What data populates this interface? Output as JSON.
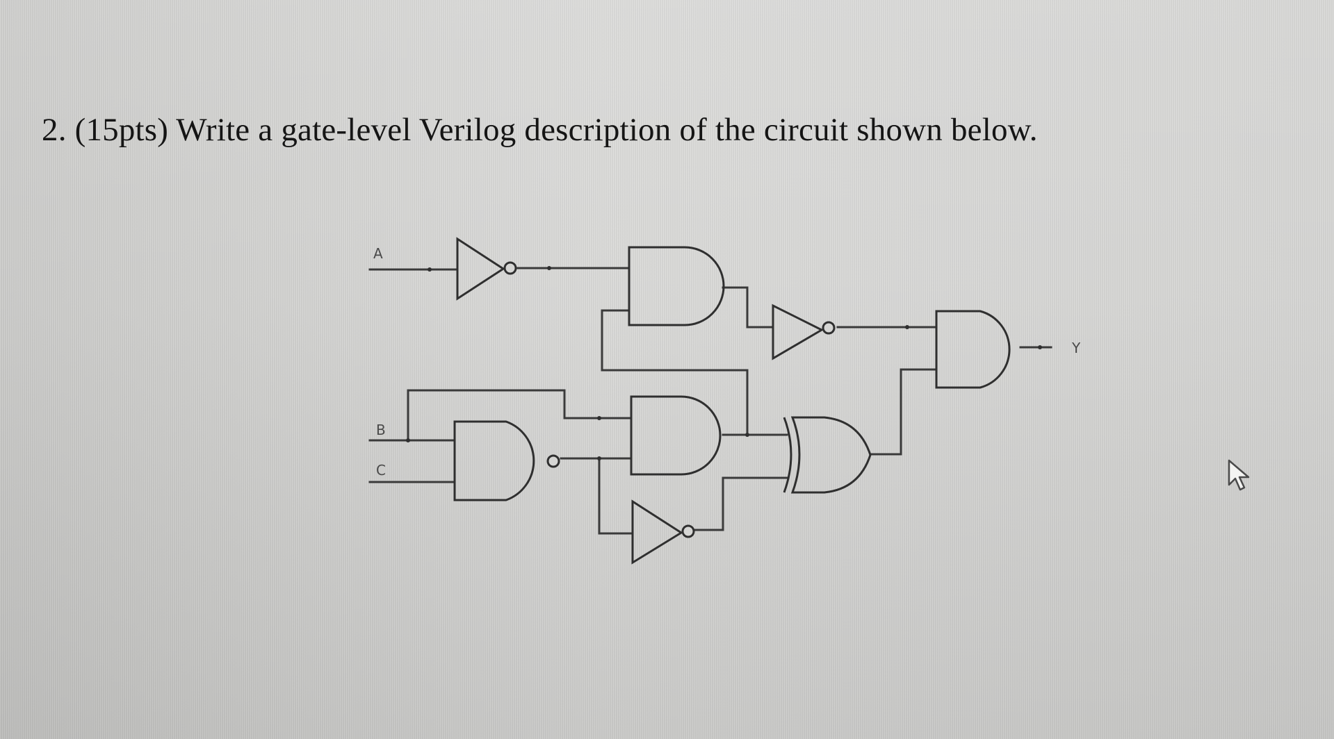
{
  "question": {
    "text": "2. (15pts) Write a gate-level Verilog description of the circuit shown below."
  },
  "circuit": {
    "inputs": [
      "A",
      "B",
      "C"
    ],
    "output": "Y",
    "gates": [
      {
        "id": "not_a",
        "type": "NOT"
      },
      {
        "id": "and_top",
        "type": "AND"
      },
      {
        "id": "not_mid",
        "type": "NOT"
      },
      {
        "id": "and_out",
        "type": "AND"
      },
      {
        "id": "nand_bc",
        "type": "NAND"
      },
      {
        "id": "and_mid",
        "type": "AND"
      },
      {
        "id": "not_low",
        "type": "NOT"
      },
      {
        "id": "xor_low",
        "type": "XOR"
      }
    ]
  }
}
